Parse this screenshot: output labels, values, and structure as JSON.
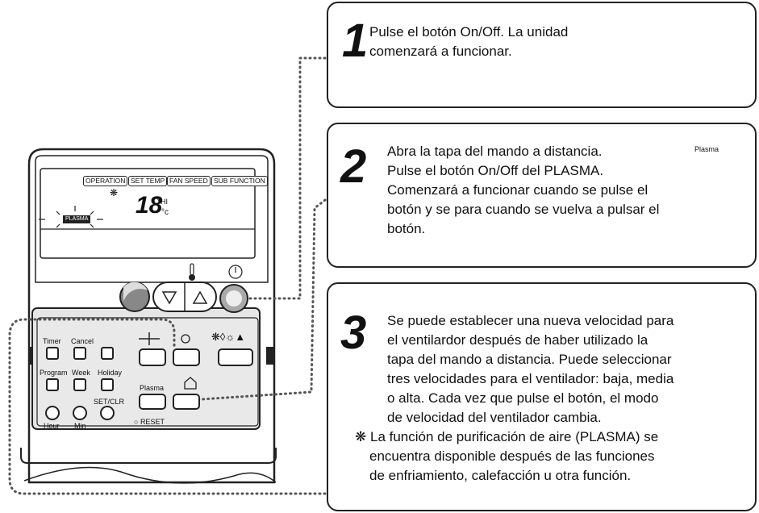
{
  "steps": [
    {
      "number": "1",
      "lines": [
        "Pulse el botón On/Off. La unidad",
        "comenzará a funcionar."
      ]
    },
    {
      "number": "2",
      "lines": [
        "Abra la tapa del mando a distancia.",
        "Pulse el botón On/Off del PLASMA.",
        "Comenzará a funcionar cuando se pulse el",
        "botón y se para cuando se vuelva a pulsar el",
        "botón."
      ],
      "button_label": "Plasma"
    },
    {
      "number": "3",
      "lines": [
        "Se puede establecer una nueva velocidad para",
        "el ventilardor después de haber utilizado la",
        "tapa del mando a distancia. Puede seleccionar",
        "tres velocidades para el ventilador: baja, media",
        "o alta. Cada vez que pulse el botón, el modo",
        "de velocidad del ventilador cambia."
      ],
      "note_symbol": "❋",
      "note_lines": [
        "La función de purificación de aire (PLASMA) se",
        "encuentra disponible después de las funciones",
        "de enfriamiento, calefacción u otra función."
      ]
    }
  ],
  "remote": {
    "lcd": {
      "tags": [
        "OPERATION",
        "SET TEMP",
        "FAN SPEED",
        "SUB FUNCTION"
      ],
      "temperature": "18",
      "unit": "°c",
      "fan_indicator": "HI",
      "plasma_label": "PLASMA"
    },
    "buttons": {
      "timer": "Timer",
      "cancel": "Cancel",
      "program": "Program",
      "week": "Week",
      "holiday": "Holiday",
      "plasma": "Plasma",
      "set_clr": "SET/CLR",
      "hour": "Hour",
      "min": "Min",
      "reset": "RESET"
    }
  },
  "colors": {
    "border": "#222222",
    "panel": "#e6e6e6",
    "dots": "#555555"
  }
}
